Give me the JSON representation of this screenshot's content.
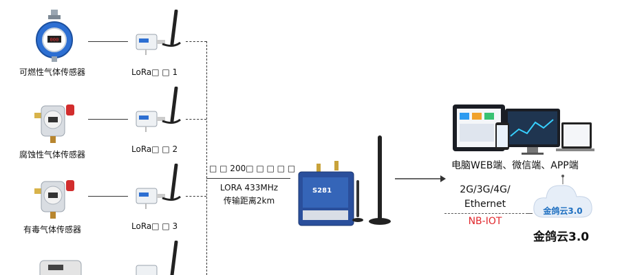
{
  "sensors": [
    {
      "label": "可燃性气体传感器",
      "node": "LoRa□ □ 1"
    },
    {
      "label": "腐蚀性气体传感器",
      "node": "LoRa□ □ 2"
    },
    {
      "label": "有毒气体传感器",
      "node": "LoRa□ □ 3"
    }
  ],
  "link": {
    "distance_line": "□ □ 200□ □ □ □ □",
    "band": "LORA 433MHz",
    "range": "传输距离2km"
  },
  "gateway": {
    "model": "S281"
  },
  "clients": {
    "label": "电脑WEB端、微信端、APP端"
  },
  "uplink": {
    "line1": "2G/3G/4G/",
    "line2": "Ethernet",
    "line3": "NB-IOT"
  },
  "cloud": {
    "badge": "金鸽云3.0",
    "caption": "金鸽云3.0"
  },
  "colors": {
    "accent_red": "#e0262b",
    "cloud_blue": "#1e6fc0",
    "device_blue": "#2d6fd2"
  }
}
